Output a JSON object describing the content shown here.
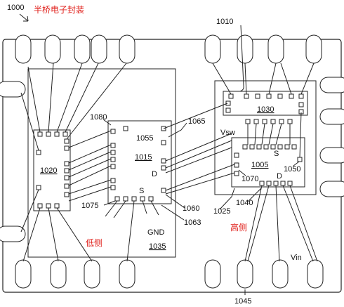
{
  "header": {
    "ref_number": "1000",
    "title": "半桥电子封装"
  },
  "labels": {
    "module_high": "1010",
    "chip_1030": "1030",
    "chip_1020": "1020",
    "chip_1015": "1015",
    "chip_1005": "1005",
    "ref_1080": "1080",
    "ref_1055": "1055",
    "ref_1065": "1065",
    "vsw": "Vsw",
    "ref_1050": "1050",
    "ref_1070": "1070",
    "ref_1040": "1040",
    "ref_1075": "1075",
    "ref_1060": "1060",
    "ref_1025": "1025",
    "ref_1063": "1063",
    "gnd": "GND",
    "ref_1035": "1035",
    "low_side": "低侧",
    "high_side": "高侧",
    "vin": "Vin",
    "ref_1045": "1045",
    "s_1015": "S",
    "d_1015": "D",
    "s_1005": "S",
    "d_1005": "D"
  },
  "colors": {
    "line": "#222222",
    "accent_red": "#e0201b",
    "background": "#ffffff"
  }
}
